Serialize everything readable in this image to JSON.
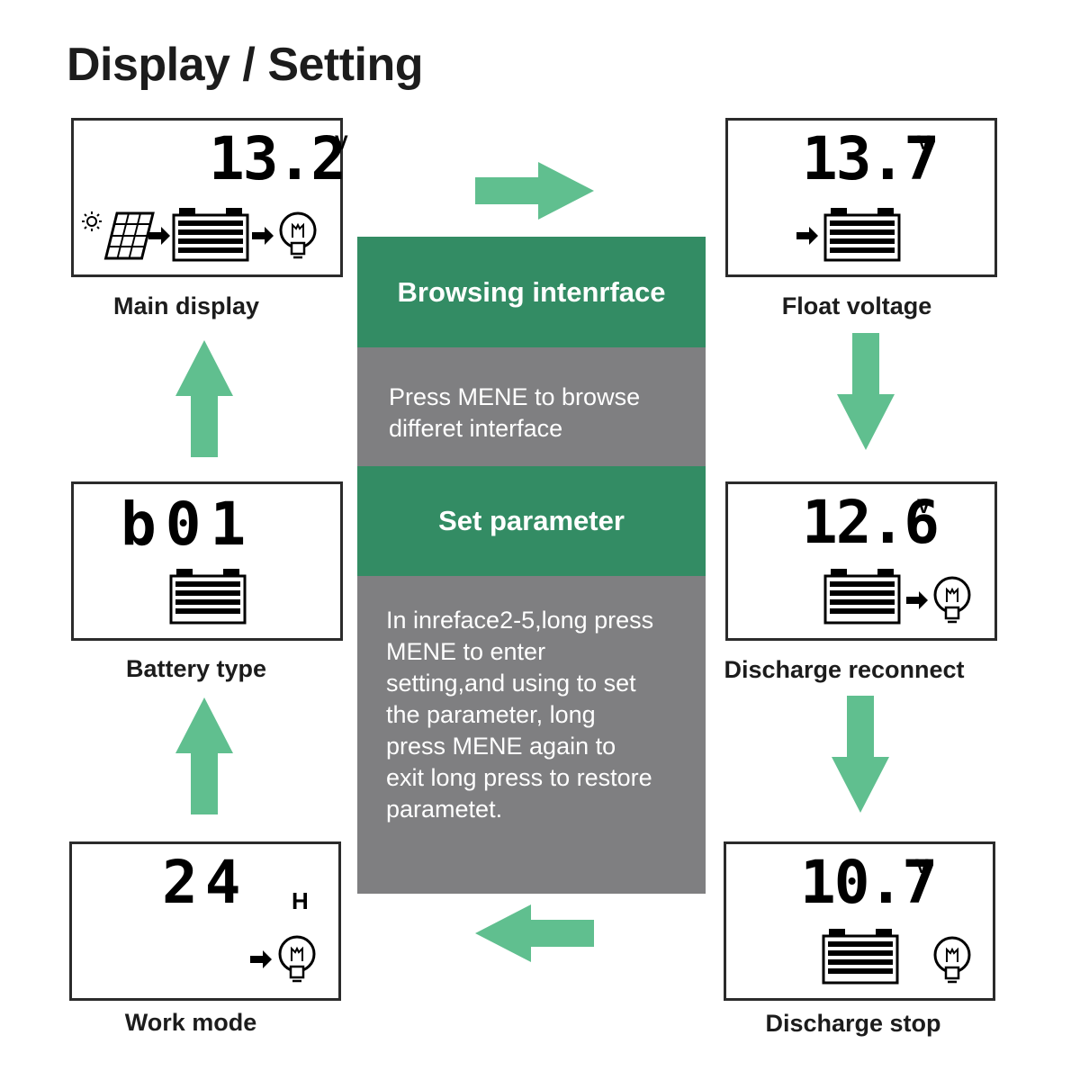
{
  "title": "Display / Setting",
  "colors": {
    "accent_green": "#338c64",
    "arrow_green": "#60bf8f",
    "panel_gray": "#7f7f81"
  },
  "screens": [
    {
      "id": "main",
      "caption": "Main display",
      "value": "13.2",
      "unit": "V",
      "icons": [
        "sun-icon",
        "solar-panel-icon",
        "arrow-icon",
        "battery-icon",
        "arrow-icon",
        "bulb-icon"
      ]
    },
    {
      "id": "float",
      "caption": "Float voltage",
      "value": "13.7",
      "unit": "V",
      "icons": [
        "arrow-icon",
        "battery-icon"
      ]
    },
    {
      "id": "reconnect",
      "caption": "Discharge reconnect",
      "value": "12.6",
      "unit": "V",
      "icons": [
        "battery-icon",
        "arrow-icon",
        "bulb-icon"
      ]
    },
    {
      "id": "stop",
      "caption": "Discharge stop",
      "value": "10.7",
      "unit": "V",
      "icons": [
        "battery-icon",
        "bulb-icon"
      ]
    },
    {
      "id": "work",
      "caption": "Work mode",
      "value": "24",
      "unit": "H",
      "icons": [
        "arrow-icon",
        "bulb-icon"
      ]
    },
    {
      "id": "battery",
      "caption": "Battery type",
      "value": "b01",
      "unit": "",
      "icons": [
        "battery-icon"
      ]
    }
  ],
  "panels": [
    {
      "heading": "Browsing intenrface",
      "body": "Press MENE to browse differet interface"
    },
    {
      "heading": "Set parameter",
      "body": "In inreface2-5,long press MENE to enter setting,and using to set the parameter, long press MENE again to exit long press to restore parametet."
    }
  ]
}
